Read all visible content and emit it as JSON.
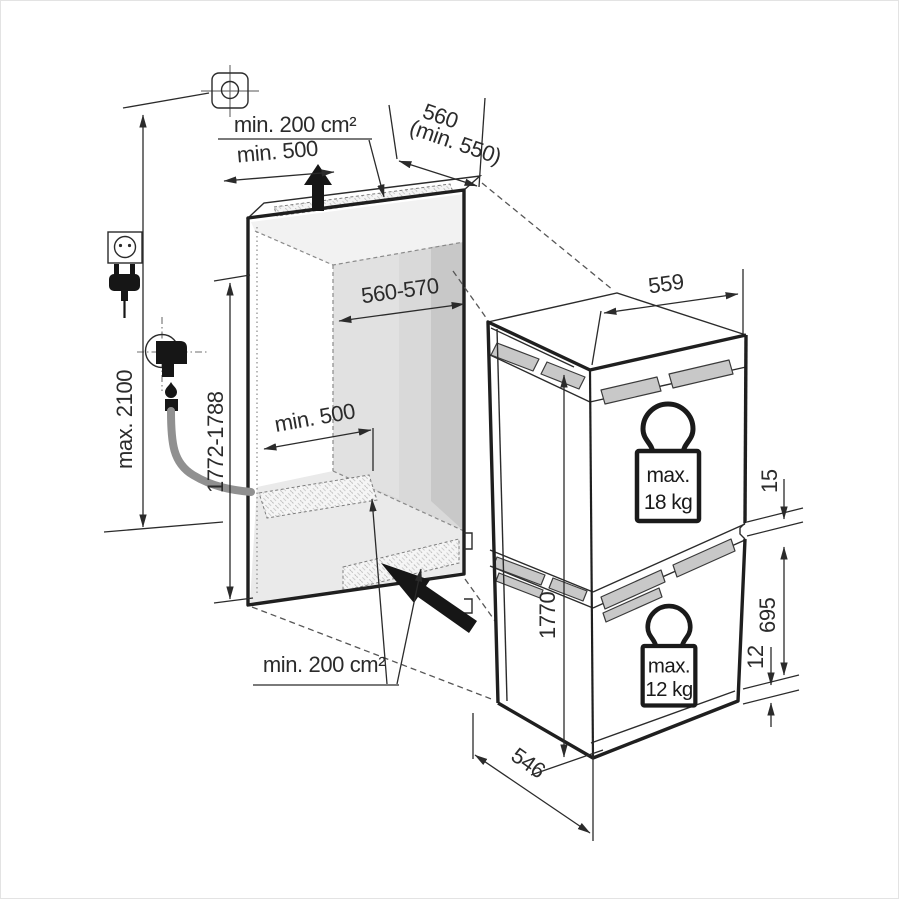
{
  "diagram": {
    "type": "installation-drawing",
    "subject": "built-in fridge-freezer niche installation diagram",
    "colors": {
      "line": "#1f1f1f",
      "niche_back_wall": "#d9d9d9",
      "niche_back_wall_light": "#e1e1e1",
      "niche_side_wall": "#c8c8c8",
      "niche_floor": "#eaeaea",
      "grille": "#c8c8c8",
      "hose": "#909090",
      "black_fill": "#161616"
    },
    "dimensions": {
      "vent_top": "min. 200 cm²",
      "clearance_top": "min. 500",
      "niche_depth": "560",
      "niche_depth_min": "(min. 550)",
      "niche_width": "560-570",
      "appliance_width": "559",
      "supply_height": "max. 2100",
      "niche_height": "1772-1788",
      "clearance_inner": "min. 500",
      "appliance_height": "1770",
      "hinge_gap_top": "15",
      "door_panel_height": "695",
      "hinge_gap_bottom": "12",
      "appliance_depth": "546",
      "vent_bottom": "min. 200 cm²"
    },
    "door_loads": {
      "upper": {
        "prefix": "max.",
        "value": "18 kg"
      },
      "lower": {
        "prefix": "max.",
        "value": "12 kg"
      }
    },
    "icons": [
      "junction-box-icon",
      "power-socket-icon",
      "power-plug-icon",
      "water-tap-icon",
      "water-drop-icon",
      "drain-hose",
      "airflow-top-arrow",
      "airflow-bottom-arrow",
      "weight-icon-upper",
      "weight-icon-lower"
    ]
  }
}
